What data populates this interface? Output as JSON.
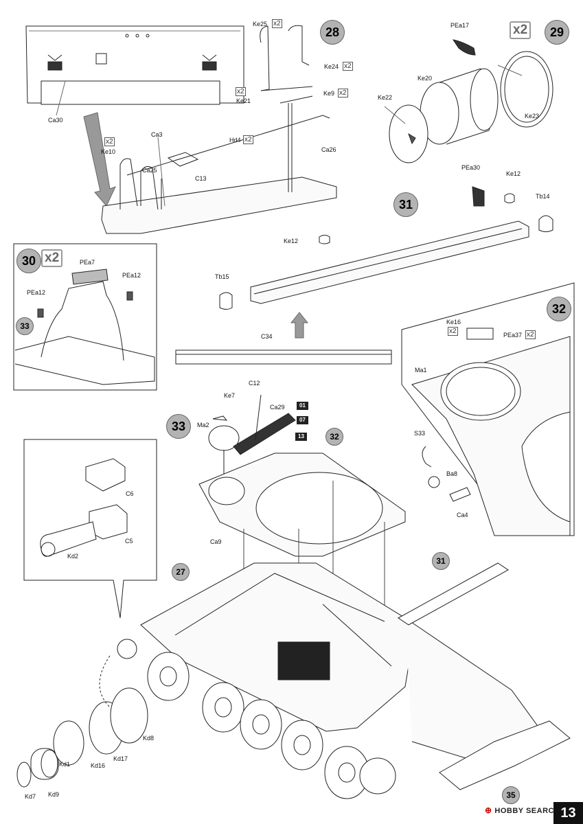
{
  "steps": {
    "s28": "28",
    "s29": "29",
    "s30": "30",
    "s31": "31",
    "s32": "32",
    "s33": "33",
    "s27_small": "27",
    "s32_small": "32",
    "s31_small": "31",
    "s33_small": "33",
    "s35_small": "35"
  },
  "multipliers": {
    "x2": "x2"
  },
  "parts": {
    "ca30": "Ca30",
    "ke25": "Ke25",
    "ke24": "Ke24",
    "ke21": "Ke21",
    "ke9": "Ke9",
    "ca3": "Ca3",
    "ke10": "Ke10",
    "ca25": "Ca25",
    "c13": "C13",
    "hd4": "Hd4",
    "ca26": "Ca26",
    "pea17": "PEa17",
    "ke20": "Ke20",
    "ke22": "Ke22",
    "ke23": "Ke23",
    "pea30": "PEa30",
    "ke12a": "Ke12",
    "tb14": "Tb14",
    "ke12b": "Ke12",
    "tb15": "Tb15",
    "c34": "C34",
    "pea7": "PEa7",
    "pea12a": "PEa12",
    "pea12b": "PEa12",
    "ke16": "Ke16",
    "pea37": "PEa37",
    "ma1": "Ma1",
    "s33": "S33",
    "ba8": "Ba8",
    "ca4": "Ca4",
    "c12": "C12",
    "ke7": "Ke7",
    "ca29": "Ca29",
    "ma2": "Ma2",
    "ca9": "Ca9",
    "c6": "C6",
    "c5": "C5",
    "kd2": "Kd2",
    "kd8": "Kd8",
    "kd1": "Kd1",
    "kd16": "Kd16",
    "kd17": "Kd17",
    "kd7": "Kd7",
    "kd9": "Kd9"
  },
  "paint_codes": {
    "p01": "01",
    "p07": "07",
    "p13": "13"
  },
  "footer": {
    "logo": "HOBBY SEARCH",
    "page": "13"
  }
}
